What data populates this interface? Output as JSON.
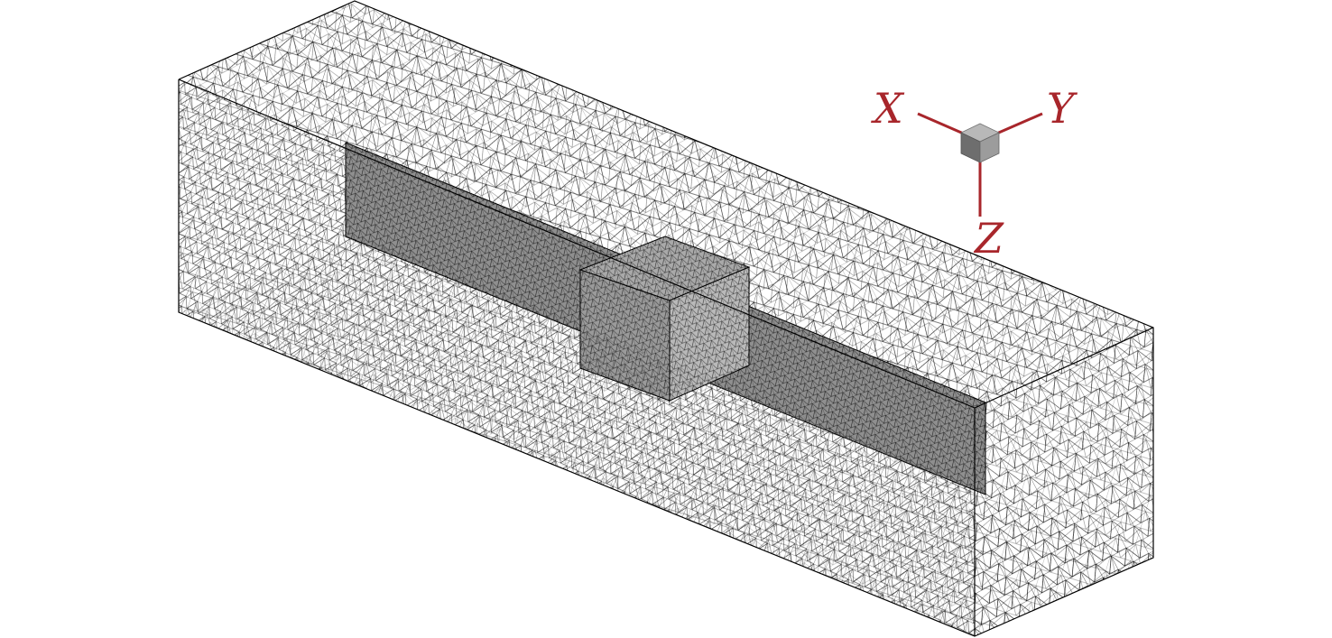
{
  "axis_triad": {
    "x_label": "X",
    "y_label": "Y",
    "z_label": "Z",
    "color": "#a8262b"
  },
  "colors": {
    "mesh_line": "#000000",
    "background": "#ffffff",
    "plate_fill": "#8f8f8f",
    "cube_top": "#a9a9a9",
    "cube_left": "#9a9a9a",
    "cube_right": "#b9b9b9",
    "triad_cube_top": "#b8b8b8",
    "triad_cube_left": "#6e6e6e",
    "triad_cube_right": "#9c9c9c"
  }
}
